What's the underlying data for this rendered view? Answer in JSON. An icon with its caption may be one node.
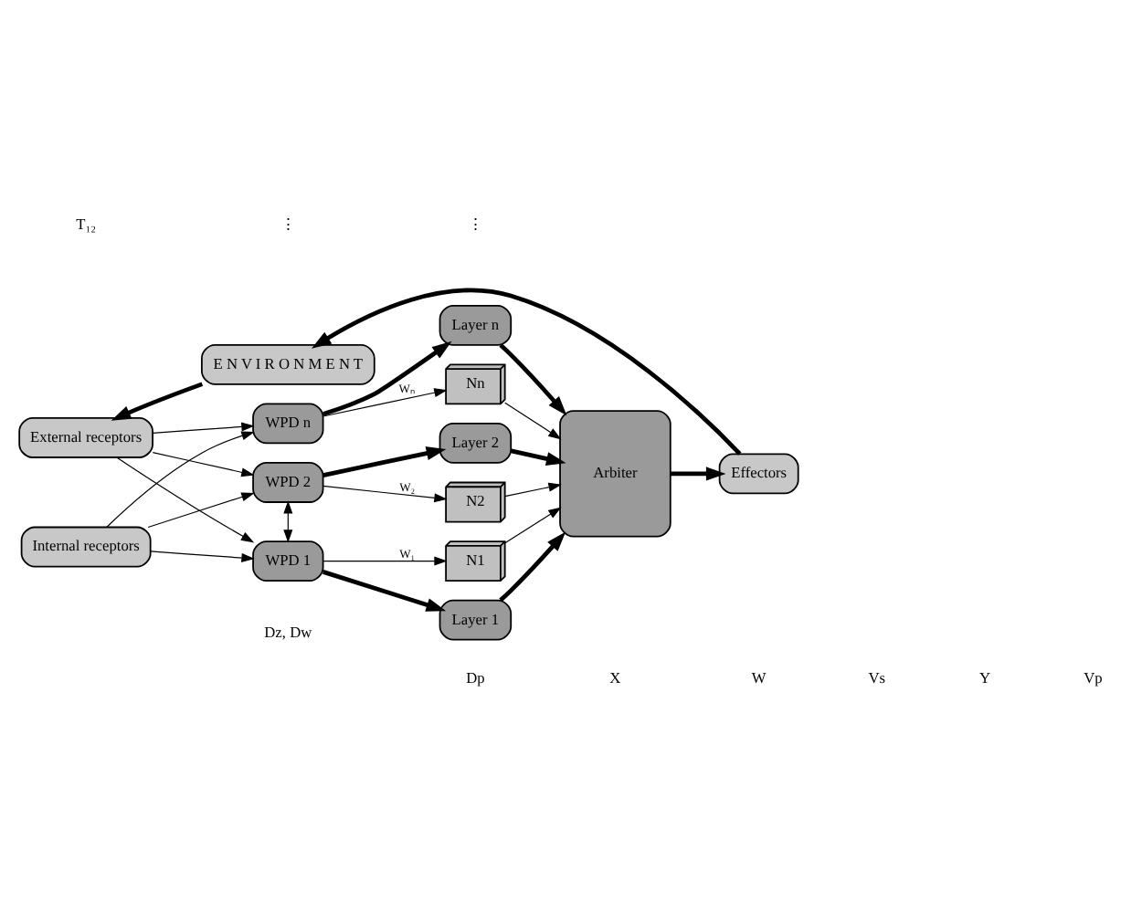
{
  "diagram": {
    "nodes": [
      {
        "text": [
          "E N V I R O N M E N T"
        ]
      },
      {
        "text": [
          "External receptors"
        ]
      },
      {
        "text": [
          "Effectors"
        ]
      },
      {
        "text": [
          "WPD 1"
        ]
      },
      {
        "text": [
          "WPD 2"
        ]
      },
      {
        "text": [
          "WPD n"
        ]
      },
      {
        "text": [
          "Layer 1"
        ]
      },
      {
        "text": [
          "N1"
        ]
      },
      {
        "text": [
          "Layer 2"
        ]
      },
      {
        "text": [
          "N2"
        ]
      },
      {
        "text": [
          "Layer n"
        ]
      },
      {
        "text": [
          "Nn"
        ]
      },
      {
        "text": [
          "Arbiter"
        ]
      },
      {
        "text": [
          "Internal receptors"
        ]
      }
    ],
    "edges": [
      {
        "from": 0,
        "to": 1,
        "arrow": "to",
        "style": "thick"
      },
      {
        "from": 2,
        "to": 0,
        "arrow": "to",
        "style": "thick"
      },
      {
        "from": 1,
        "to": 3,
        "arrow": "to"
      },
      {
        "from": 1,
        "to": 4,
        "arrow": "to"
      },
      {
        "from": 1,
        "to": 5,
        "arrow": "to"
      },
      {
        "from": 13,
        "to": 3,
        "arrow": "to"
      },
      {
        "from": 13,
        "to": 4,
        "arrow": "to"
      },
      {
        "from": 13,
        "to": 5,
        "arrow": "to"
      },
      {
        "from": 3,
        "to": 4,
        "arrow": "both"
      },
      {
        "from": 3,
        "to": 6,
        "arrow": "to",
        "style": "thick"
      },
      {
        "from": 3,
        "to": 7,
        "arrow": "to",
        "label": "W₁"
      },
      {
        "from": 4,
        "to": 8,
        "arrow": "to",
        "style": "thick"
      },
      {
        "from": 4,
        "to": 9,
        "arrow": "to",
        "label": "W₂"
      },
      {
        "from": 5,
        "to": 10,
        "arrow": "to",
        "style": "thick"
      },
      {
        "from": 5,
        "to": 11,
        "arrow": "to",
        "label": "Wₙ"
      },
      {
        "from": 6,
        "to": 12,
        "arrow": "to",
        "style": "thick"
      },
      {
        "from": 7,
        "to": 12,
        "arrow": "to"
      },
      {
        "from": 8,
        "to": 12,
        "arrow": "to",
        "style": "thick"
      },
      {
        "from": 9,
        "to": 12,
        "arrow": "to"
      },
      {
        "from": 10,
        "to": 12,
        "arrow": "to",
        "style": "thick"
      },
      {
        "from": 11,
        "to": 12,
        "arrow": "to"
      },
      {
        "from": 12,
        "to": 2,
        "arrow": "to",
        "style": "thick"
      }
    ],
    "labels": [
      "T₁₂",
      "⋮",
      "⋮",
      "Dz, Dw",
      "Dp",
      "X",
      "W",
      "Vs",
      "Y",
      "Vp"
    ]
  }
}
